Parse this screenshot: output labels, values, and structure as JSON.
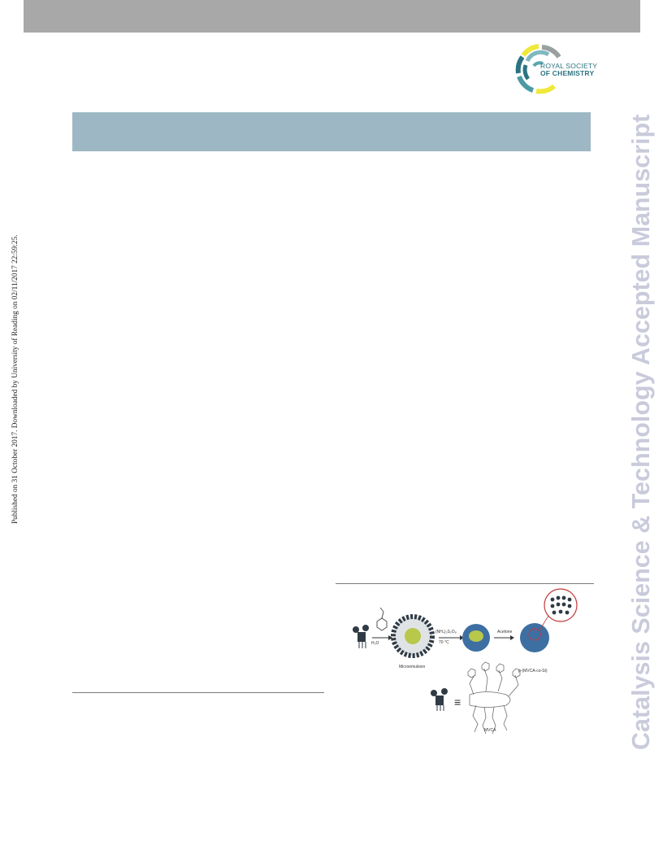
{
  "sidebar_left": {
    "text": "Published on 31 October 2017. Downloaded by University of Reading on 02/11/2017 22:59:25."
  },
  "sidebar_right": {
    "text": "Catalysis Science & Technology Accepted Manuscript"
  },
  "logo": {
    "line1": "ROYAL SOCIETY",
    "line2": "OF CHEMISTRY"
  },
  "scheme": {
    "h2o_label": "H₂O",
    "initiator_label": "(NH₄)₂S₂O₈",
    "temp_label": "70 °C",
    "acetone_label": "Acetone",
    "microemulsion_label": "Microemulsion",
    "product_label": "p-(MVCA-co-St)",
    "equals_sign": "≡",
    "mvca_label": "MVCA"
  },
  "colors": {
    "top_bar": "#a8a8a8",
    "header_band": "#9db8c4",
    "watermark": "#c9cbdb",
    "rsc_teal": "#2c7381",
    "particle_blue": "#3d6fa3",
    "core_green": "#b7c84a"
  }
}
